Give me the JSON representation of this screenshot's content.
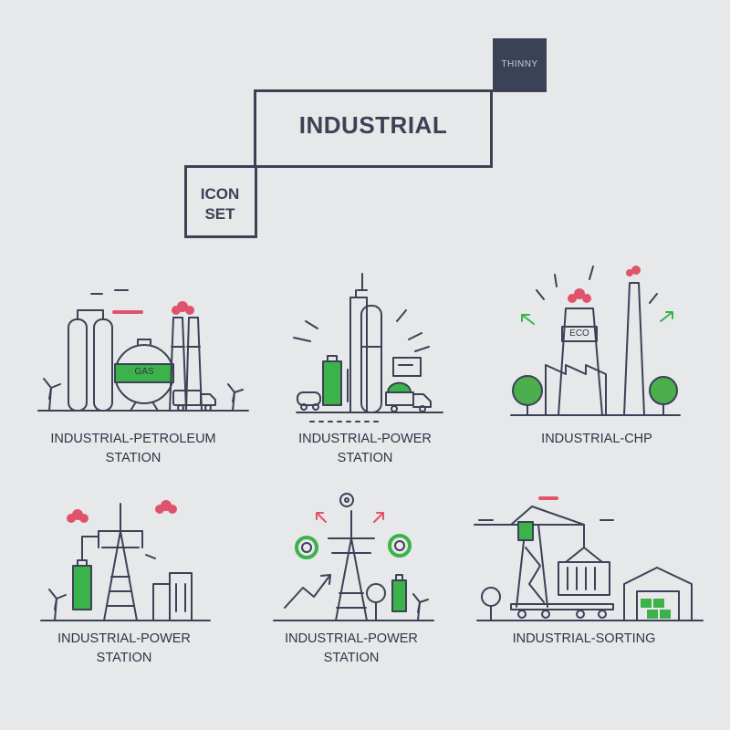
{
  "header": {
    "corner_label": "THINNY",
    "title": "INDUSTRIAL",
    "subtitle_line1": "ICON",
    "subtitle_line2": "SET"
  },
  "icons": [
    {
      "name": "petroleum-station",
      "caption_line1": "INDUSTRIAL-PETROLEUM",
      "caption_line2": "STATION",
      "tank_label": "GAS"
    },
    {
      "name": "power-station-1",
      "caption_line1": "INDUSTRIAL-POWER",
      "caption_line2": "STATION"
    },
    {
      "name": "chp",
      "caption_line1": "INDUSTRIAL-CHP",
      "caption_line2": "",
      "tower_label": "ECO"
    },
    {
      "name": "power-station-2",
      "caption_line1": "INDUSTRIAL-POWER",
      "caption_line2": "STATION"
    },
    {
      "name": "power-station-3",
      "caption_line1": "INDUSTRIAL-POWER",
      "caption_line2": "STATION"
    },
    {
      "name": "sorting",
      "caption_line1": "INDUSTRIAL-SORTING",
      "caption_line2": ""
    }
  ],
  "colors": {
    "background": "#e7e8ea",
    "line": "#3b4256",
    "green": "#3bb34a",
    "red": "#e0536c",
    "tree": "#4cae4c"
  }
}
